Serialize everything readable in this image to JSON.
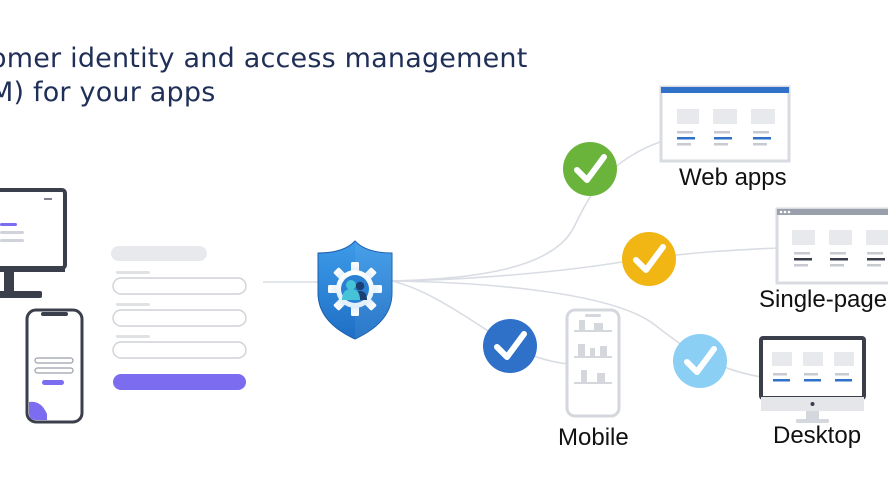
{
  "title": {
    "line1": "omer identity and access management",
    "line2": "M) for your apps"
  },
  "targets": {
    "web": "Web apps",
    "spa": "Single-page",
    "mobile": "Mobile",
    "desktop": "Desktop"
  },
  "colors": {
    "title": "#1f2f57",
    "connector": "#d9dde3",
    "check_web": "#6bb43b",
    "check_spa": "#f1b514",
    "check_mobile": "#2f71c9",
    "check_desktop": "#8ccff5",
    "shield": "#2f88d6",
    "accent_purple": "#7b6cf0"
  },
  "icons": [
    "desktop-monitor-icon",
    "phone-login-icon",
    "sign-in-form-icon",
    "shield-gear-users-icon",
    "check-icon",
    "web-app-icon",
    "single-page-app-icon",
    "mobile-app-icon",
    "desktop-app-icon"
  ]
}
